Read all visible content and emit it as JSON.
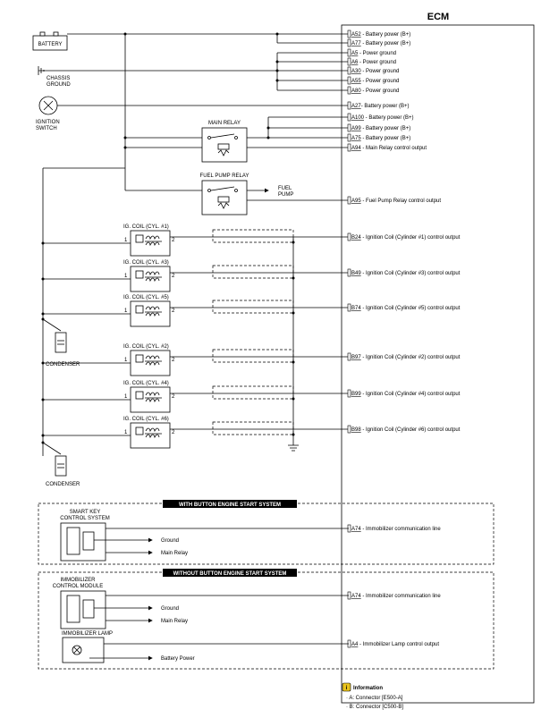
{
  "ecm": {
    "title": "ECM"
  },
  "components": {
    "battery": "BATTERY",
    "chassis_ground_1": "CHASSIS",
    "chassis_ground_2": "GROUND",
    "ignition_switch_1": "IGNITION",
    "ignition_switch_2": "SWITCH",
    "main_relay": "MAIN RELAY",
    "fuel_pump_relay": "FUEL PUMP RELAY",
    "fuel_pump_1": "FUEL",
    "fuel_pump_2": "PUMP",
    "condenser": "CONDENSER",
    "coil_terminal_1": "1",
    "coil_terminal_2": "2"
  },
  "ig_coils": [
    "IG. COIL (CYL. #1)",
    "IG. COIL (CYL. #3)",
    "IG. COIL (CYL. #5)",
    "IG. COIL (CYL. #2)",
    "IG. COIL (CYL. #4)",
    "IG. COIL (CYL. #6)"
  ],
  "pins": [
    {
      "id": "A52",
      "desc": " - Battery power (B+)"
    },
    {
      "id": "A77",
      "desc": " - Battery power (B+)"
    },
    {
      "id": "A5",
      "desc": " - Power ground"
    },
    {
      "id": "A6",
      "desc": " - Power ground"
    },
    {
      "id": "A30",
      "desc": " - Power ground"
    },
    {
      "id": "A55",
      "desc": " - Power ground"
    },
    {
      "id": "A80",
      "desc": " - Power ground"
    },
    {
      "id": "A27",
      "desc": "- Battery power (B+)"
    },
    {
      "id": "A100",
      "desc": " - Battery power (B+)"
    },
    {
      "id": "A99",
      "desc": " - Battery power (B+)"
    },
    {
      "id": "A75",
      "desc": " - Battery power (B+)"
    },
    {
      "id": "A94",
      "desc": " - Main Relay control output"
    },
    {
      "id": "A95",
      "desc": " - Fuel Pump Relay control output"
    },
    {
      "id": "B24",
      "desc": " - Ignition Coil (Cylinder #1) control output"
    },
    {
      "id": "B49",
      "desc": " - Ignition Coil (Cylinder #3) control output"
    },
    {
      "id": "B74",
      "desc": " - Ignition Coil (Cylinder #5) control output"
    },
    {
      "id": "B97",
      "desc": " - Ignition Coil (Cylinder #2) control output"
    },
    {
      "id": "B99",
      "desc": " - Ignition Coil (Cylinder #4) control output"
    },
    {
      "id": "B98",
      "desc": " - Ignition Coil (Cylinder #6) control output"
    },
    {
      "id": "A74",
      "desc": " - Immobilizer communication line"
    },
    {
      "id": "A74",
      "desc": " - Immobilizer communication line"
    },
    {
      "id": "A4",
      "desc": " - Immobilizer Lamp control output"
    }
  ],
  "with_button": {
    "header": "WITH BUTTON ENGINE START SYSTEM",
    "module_1": "SMART KEY",
    "module_2": "CONTROL SYSTEM",
    "ground": "Ground",
    "main_relay": "Main Relay"
  },
  "without_button": {
    "header": "WITHOUT BUTTON ENGINE START SYSTEM",
    "module_1": "IMMOBILIZER",
    "module_2": "CONTROL MODULE",
    "ground": "Ground",
    "main_relay": "Main Relay",
    "lamp": "IMMOBILIZER LAMP",
    "battery_power": "Battery Power"
  },
  "info": {
    "title": "Information",
    "lines": [
      "· A: Connector [E500-A]",
      "· B: Connector [C500-B]"
    ]
  }
}
